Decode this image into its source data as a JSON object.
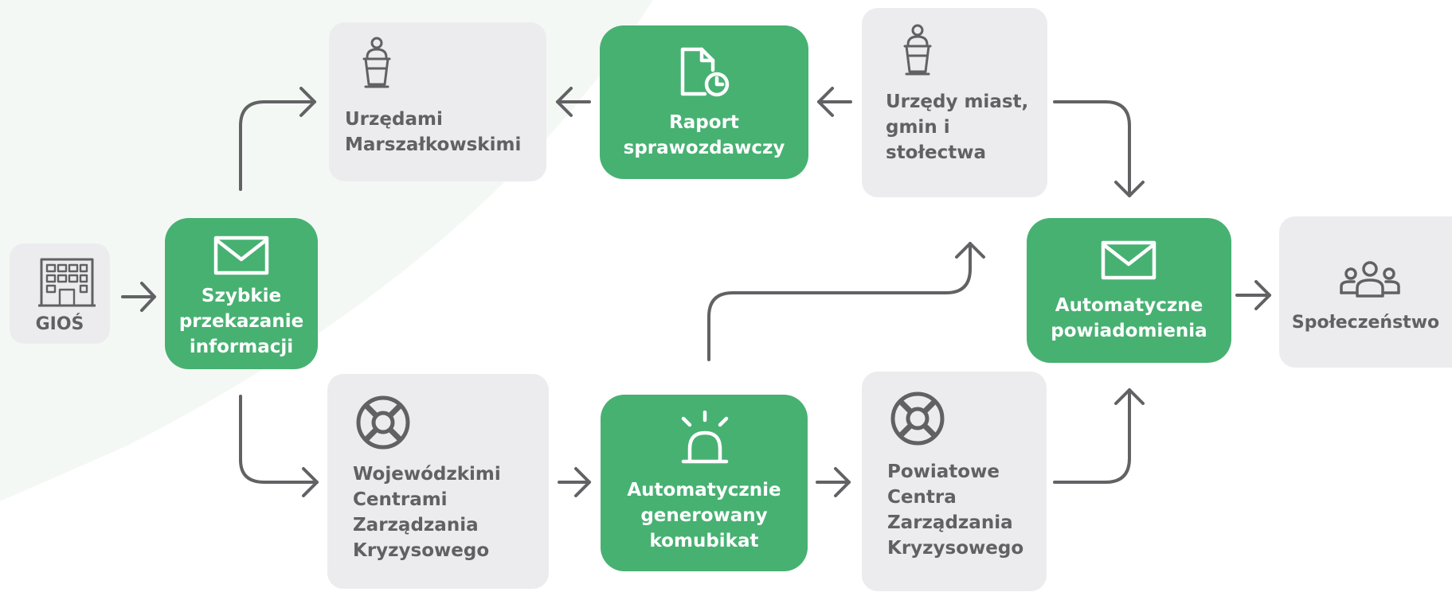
{
  "colors": {
    "green": "#47b172",
    "grey_box": "#ececef",
    "grey_text": "#616164",
    "arrow": "#626265",
    "background_swoosh": "#f4f8f4"
  },
  "nodes": {
    "gios": {
      "label": "GIOŚ",
      "icon": "building-icon"
    },
    "szybkie": {
      "label": "Szybkie\nprzekazanie\ninformacji",
      "icon": "envelope-icon"
    },
    "urzedami": {
      "label": "Urzędami\nMarszałkowskimi",
      "icon": "speaker-podium-icon"
    },
    "raport": {
      "label": "Raport\nsprawozdawczy",
      "icon": "document-chart-icon"
    },
    "urzedy": {
      "label": "Urzędy miast,\ngmin i\nstołectwa",
      "icon": "speaker-podium-icon"
    },
    "wojewodzkimi": {
      "label": "Wojewódzkimi\nCentrami\nZarządzania\nKryzysowego",
      "icon": "lifebuoy-icon"
    },
    "komunikat": {
      "label": "Automatycznie\ngenerowany\nkomubikat",
      "icon": "alarm-light-icon"
    },
    "powiatowe": {
      "label": "Powiatowe\nCentra\nZarządzania\nKryzysowego",
      "icon": "lifebuoy-icon"
    },
    "powiadomienia": {
      "label": "Automatyczne\npowiadomienia",
      "icon": "envelope-icon"
    },
    "spoleczenstwo": {
      "label": "Społeczeństwo",
      "icon": "people-group-icon"
    }
  }
}
